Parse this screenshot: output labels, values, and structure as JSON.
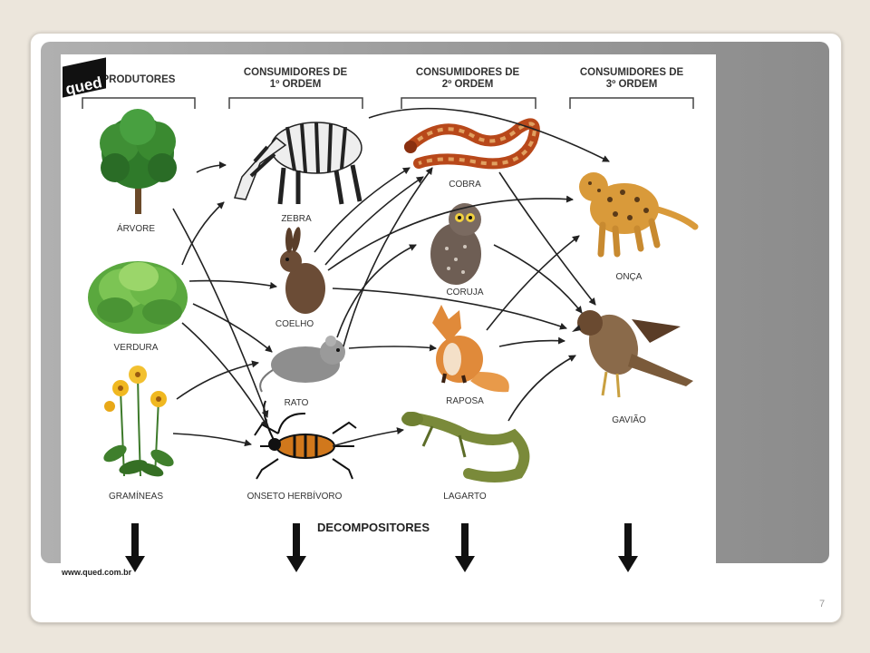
{
  "headers": [
    {
      "id": "produtores",
      "text": "PRODUTORES"
    },
    {
      "id": "cons1",
      "text": "CONSUMIDORES DE\n1º ORDEM"
    },
    {
      "id": "cons2",
      "text": "CONSUMIDORES DE\n2º ORDEM"
    },
    {
      "id": "cons3",
      "text": "CONSUMIDORES DE\n3º ORDEM"
    }
  ],
  "organisms": {
    "arvore": "ÁRVORE",
    "verdura": "VERDURA",
    "gramineas": "GRAMÍNEAS",
    "zebra": "ZEBRA",
    "coelho": "COELHO",
    "rato": "RATO",
    "inseto": "ONSETO HERBÍVORO",
    "cobra": "COBRA",
    "coruja": "CORUJA",
    "raposa": "RAPOSA",
    "lagarto": "LAGARTO",
    "onca": "ONÇA",
    "gaviao": "GAVIÃO"
  },
  "decompositores": "DECOMPOSITORES",
  "watermark": "www.qued.com.br",
  "logo_text": "qued",
  "page_number": "7",
  "colors": {
    "background": "#ece6dc",
    "panel": "#9a9a9a",
    "arrow": "#222222"
  }
}
